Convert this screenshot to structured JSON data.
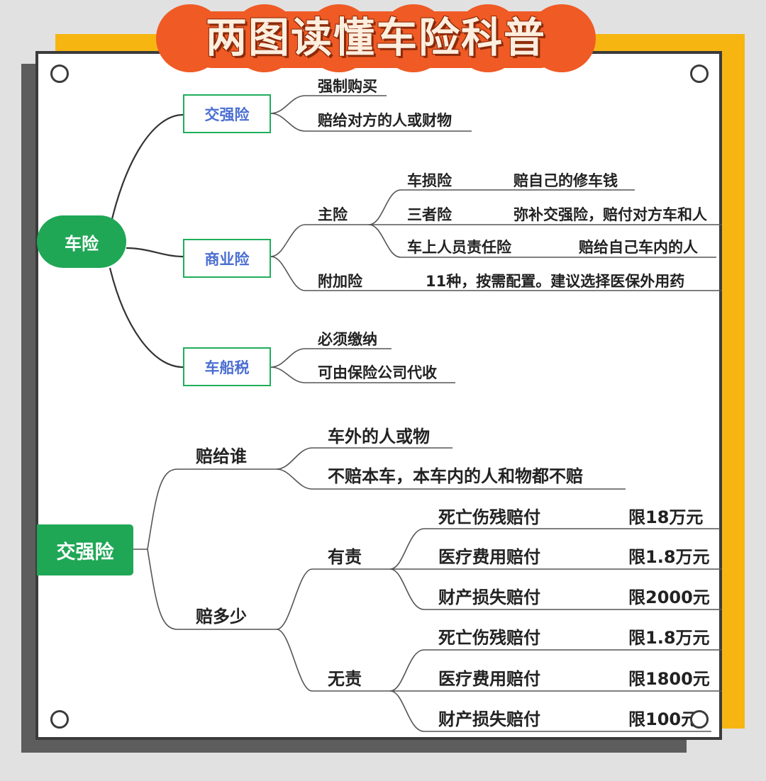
{
  "title": "两图读懂车险科普",
  "colors": {
    "title_bg": "#f05a24",
    "green": "#1fa756",
    "box_border": "#1fae5b",
    "box_text": "#4b6fd1",
    "card_yellow": "#f7b512",
    "card_gray": "#5d5d5d"
  },
  "map1": {
    "root": "车险",
    "jiaoqiang": {
      "label": "交强险",
      "items": [
        "强制购买",
        "赔给对方的人或财物"
      ]
    },
    "shangye": {
      "label": "商业险",
      "zhuxian": {
        "label": "主险",
        "rows": [
          {
            "name": "车损险",
            "desc": "赔自己的修车钱"
          },
          {
            "name": "三者险",
            "desc": "弥补交强险，赔付对方车和人"
          },
          {
            "name": "车上人员责任险",
            "desc": "赔给自己车内的人"
          }
        ]
      },
      "fujia": {
        "label": "附加险",
        "desc": "11种，按需配置。建议选择医保外用药"
      }
    },
    "chechuan": {
      "label": "车船税",
      "items": [
        "必须缴纳",
        "可由保险公司代收"
      ]
    }
  },
  "map2": {
    "root": "交强险",
    "who": {
      "label": "赔给谁",
      "items": [
        "车外的人或物",
        "不赔本车，本车内的人和物都不赔"
      ]
    },
    "howmuch": {
      "label": "赔多少",
      "youze": {
        "label": "有责",
        "rows": [
          {
            "name": "死亡伤残赔付",
            "limit": "限18万元"
          },
          {
            "name": "医疗费用赔付",
            "limit": "限1.8万元"
          },
          {
            "name": "财产损失赔付",
            "limit": "限2000元"
          }
        ]
      },
      "wuze": {
        "label": "无责",
        "rows": [
          {
            "name": "死亡伤残赔付",
            "limit": "限1.8万元"
          },
          {
            "name": "医疗费用赔付",
            "limit": "限1800元"
          },
          {
            "name": "财产损失赔付",
            "limit": "限100元"
          }
        ]
      }
    }
  }
}
